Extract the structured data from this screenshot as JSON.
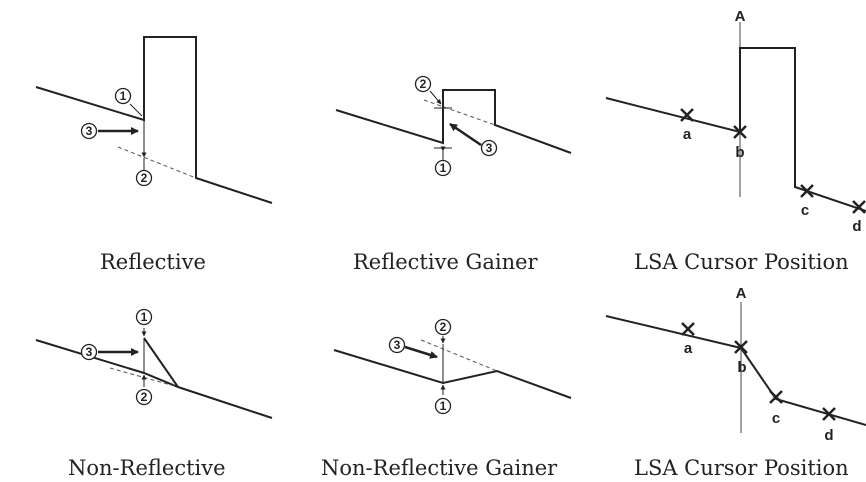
{
  "panels": [
    {
      "caption": "Reflective",
      "markers": [
        "1",
        "3",
        "2"
      ]
    },
    {
      "caption": "Reflective Gainer",
      "markers": [
        "2",
        "3",
        "1"
      ]
    },
    {
      "caption": "LSA Cursor Position",
      "axis_label": "A",
      "points": [
        "a",
        "b",
        "c",
        "d"
      ]
    },
    {
      "caption": "Non-Reflective",
      "markers": [
        "1",
        "3",
        "2"
      ]
    },
    {
      "caption": "Non-Reflective Gainer",
      "markers": [
        "2",
        "3",
        "1"
      ]
    },
    {
      "caption": "LSA Cursor Position",
      "axis_label": "A",
      "points": [
        "a",
        "b",
        "c",
        "d"
      ]
    }
  ]
}
